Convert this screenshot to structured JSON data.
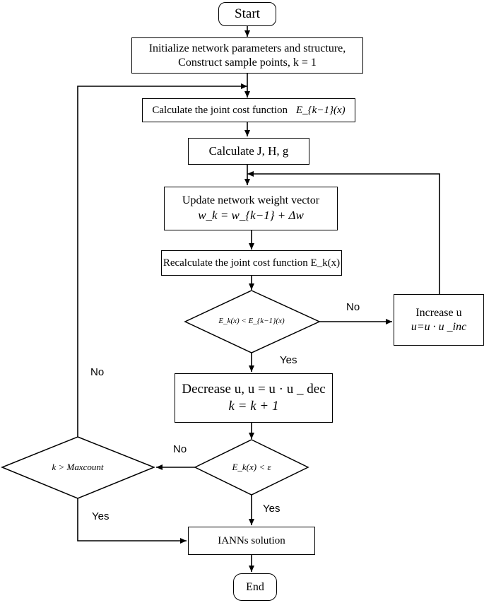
{
  "nodes": {
    "start": "Start",
    "init_line1": "Initialize network parameters and structure,",
    "init_line2": "Construct sample points,  k = 1",
    "calc_cost": "Calculate the joint cost function",
    "calc_cost_math": "E_{k−1}(x)",
    "calc_jhg": "Calculate J, H, g",
    "update_line1": "Update network weight vector",
    "update_line2": "w_k = w_{k−1} + Δw",
    "recalc": "Recalculate the joint cost function E_k(x)",
    "decision_compare": "E_k(x) < E_{k−1}(x)",
    "increase_line1": "Increase  u",
    "increase_line2": "u=u · u _inc",
    "decrease_line1": "Decrease u,  u = u · u _ dec",
    "decrease_line2": "k = k + 1",
    "decision_eps": "E_k(x) < ε",
    "decision_max": "k > Maxcount",
    "solution": "IANNs solution",
    "end": "End"
  },
  "edge_labels": {
    "no_increase": "No",
    "yes_decrease": "Yes",
    "no_left": "No",
    "no_maxcount": "No",
    "yes_solution": "Yes",
    "yes_maxcount": "Yes"
  }
}
